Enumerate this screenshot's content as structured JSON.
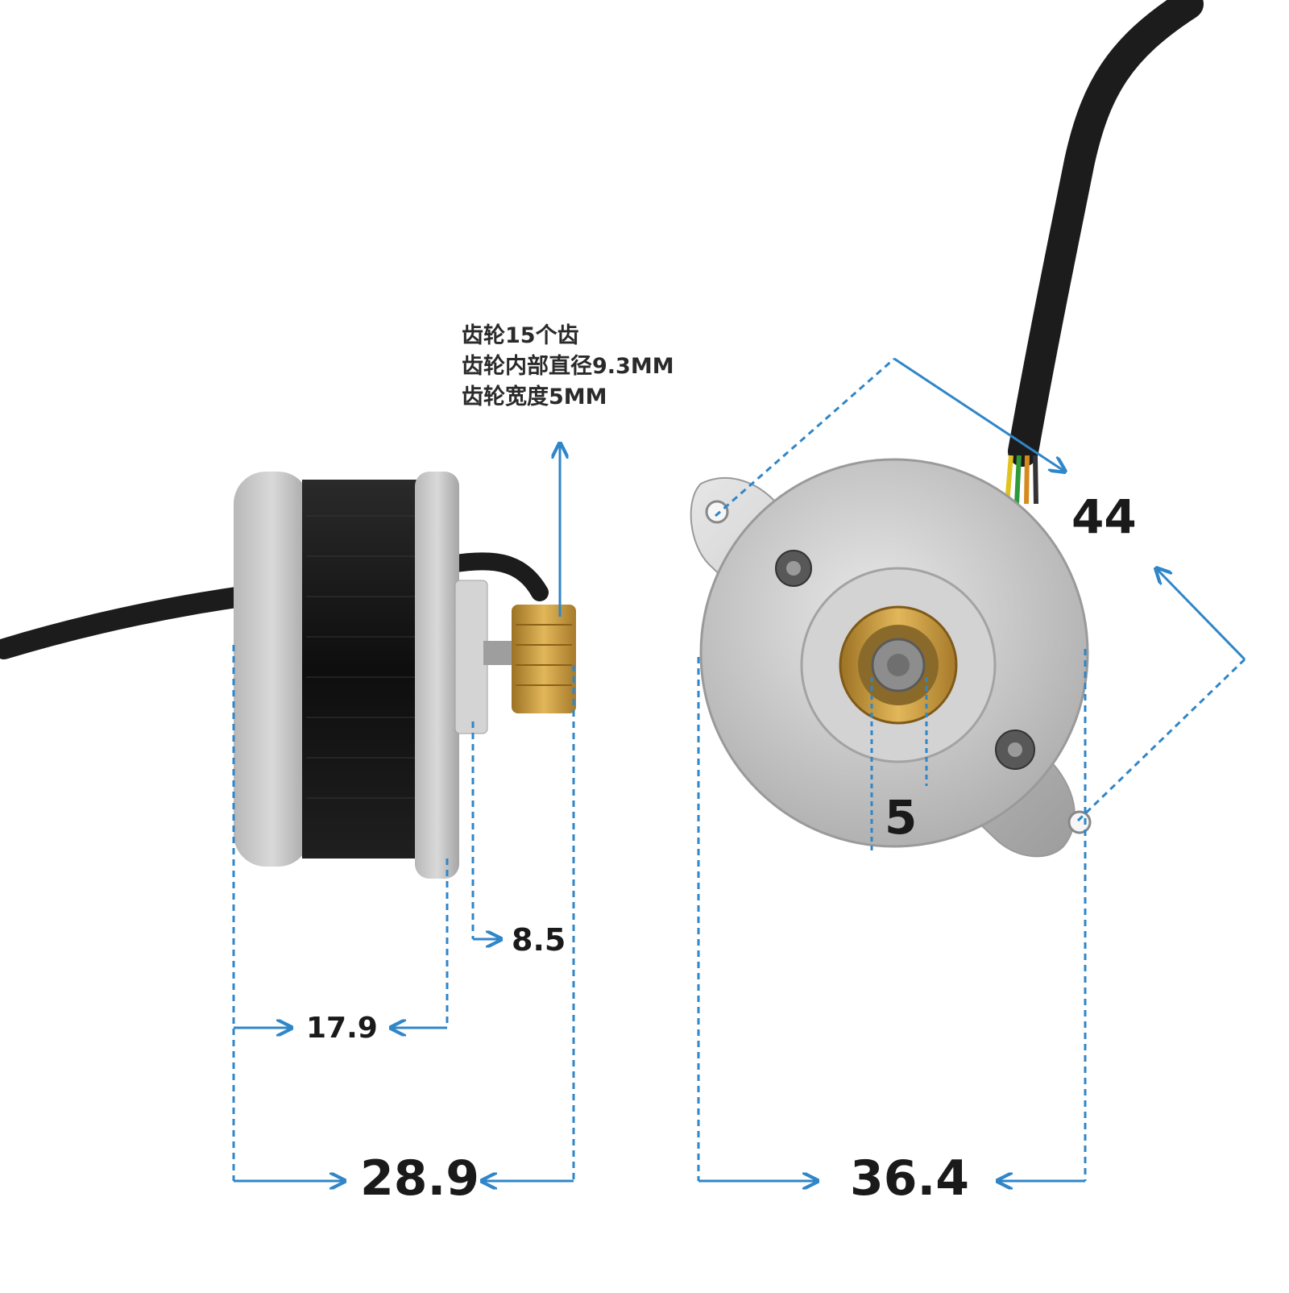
{
  "colors": {
    "background": "#ffffff",
    "dimension_line": "#2f86c8",
    "aluminum": "#c9c9c9",
    "coil": "#151515",
    "brass_gear": "#c99a3c",
    "cable": "#1c1c1c"
  },
  "spec_notes": [
    "齿轮15个齿",
    "齿轮内部直径9.3MM",
    "齿轮宽度5MM"
  ],
  "dimensions": {
    "side_flange_depth": "17.9",
    "side_shaft_extension": "8.5",
    "side_total_length": "28.9",
    "front_hole_spacing": "44",
    "front_shaft_diameter": "5",
    "front_body_width": "36.4"
  }
}
